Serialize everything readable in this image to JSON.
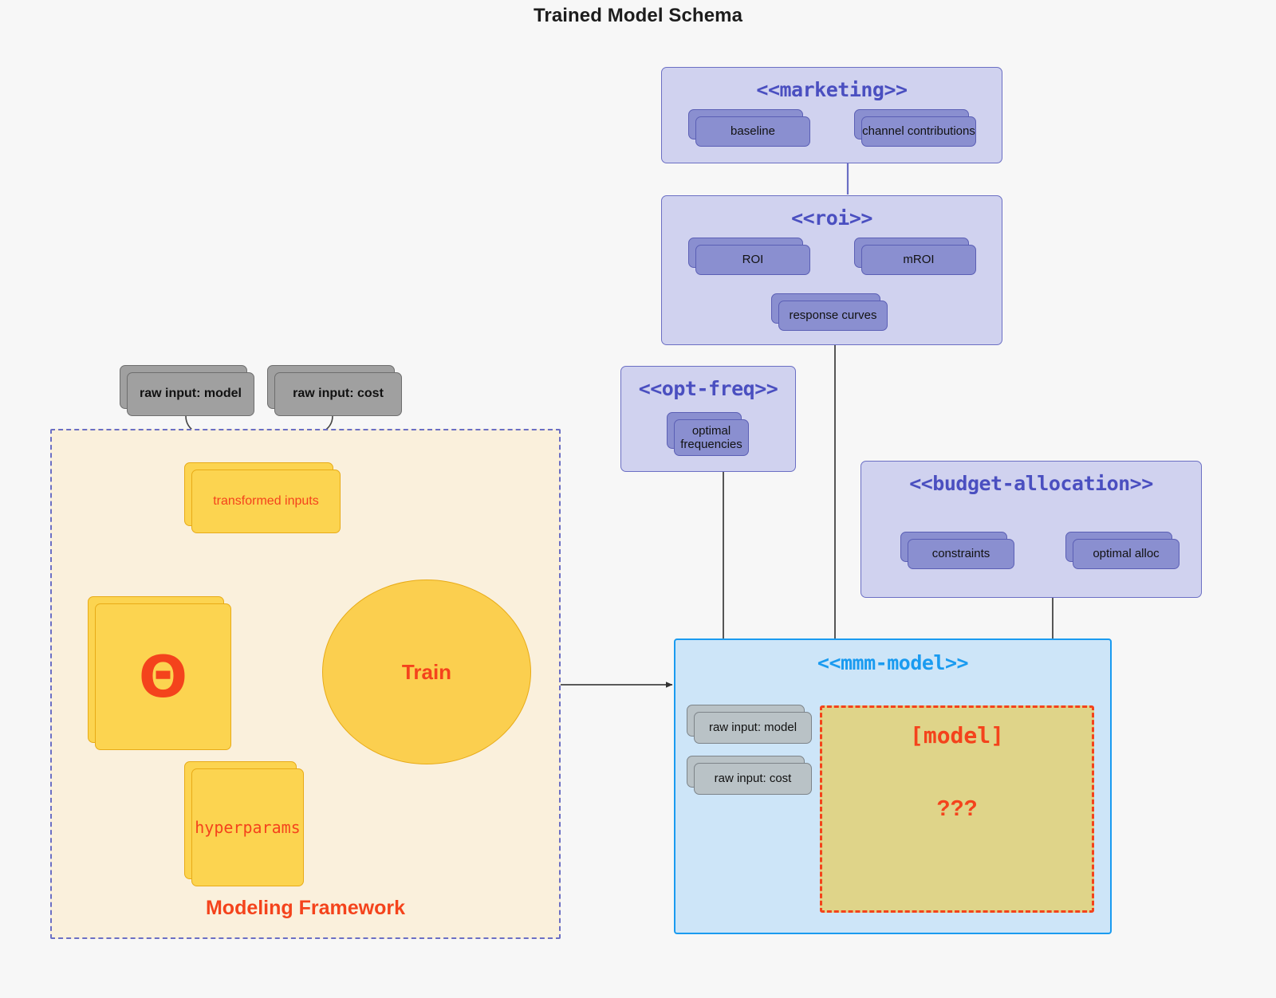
{
  "title": "Trained Model Schema",
  "colors": {
    "background": "#f7f7f7",
    "package_fill": "#d0d2ef",
    "package_stroke": "#6b6fc4",
    "package_title": "#4a4fc0",
    "node_purple": "#8a8fd0",
    "node_grey": "#a0a0a0",
    "node_grey_soft": "#b9c2c6",
    "node_yellow": "#fcd450",
    "accent_red": "#f4431c",
    "mmm_fill": "#cde5f8",
    "mmm_stroke": "#1a9bf0",
    "framework_fill": "#faf0dc",
    "model_fill": "#dfd489"
  },
  "packages": {
    "marketing": {
      "title": "<<marketing>>",
      "nodes": [
        {
          "label": "baseline"
        },
        {
          "label": "channel contributions"
        }
      ]
    },
    "roi": {
      "title": "<<roi>>",
      "nodes": [
        {
          "label": "ROI"
        },
        {
          "label": "mROI"
        },
        {
          "label": "response curves"
        }
      ]
    },
    "opt_freq": {
      "title": "<<opt-freq>>",
      "nodes": [
        {
          "label": "optimal\nfrequencies"
        }
      ]
    },
    "budget_allocation": {
      "title": "<<budget-allocation>>",
      "nodes": [
        {
          "label": "constraints"
        },
        {
          "label": "optimal alloc"
        }
      ]
    },
    "mmm_model": {
      "title": "<<mmm-model>>",
      "nodes": [
        {
          "label": "raw input: model"
        },
        {
          "label": "raw input: cost"
        }
      ],
      "model_box": {
        "label": "[model]",
        "unknown": "???"
      }
    }
  },
  "raw_inputs": [
    {
      "label": "raw input: model"
    },
    {
      "label": "raw input: cost"
    }
  ],
  "framework": {
    "label": "Modeling Framework",
    "transformed_inputs": "transformed inputs",
    "theta": "Θ",
    "hyperparams": "hyperparams",
    "train": "Train"
  }
}
